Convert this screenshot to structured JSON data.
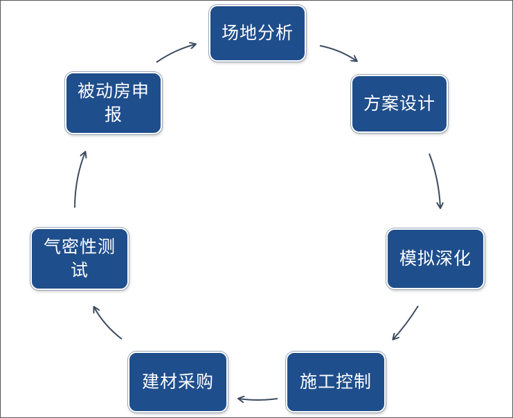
{
  "colors": {
    "node_fill": "#1f4e8c",
    "node_text": "#ffffff",
    "arrow": "#3b4a5e"
  },
  "nodes": [
    {
      "id": "site-analysis",
      "label": "场地分析"
    },
    {
      "id": "scheme-design",
      "label": "方案设计"
    },
    {
      "id": "model-deepening",
      "label": "模拟深化"
    },
    {
      "id": "construction-control",
      "label": "施工控制"
    },
    {
      "id": "material-procurement",
      "label": "建材采购"
    },
    {
      "id": "airtightness-test",
      "label": "气密性测试"
    },
    {
      "id": "passive-house-application",
      "label": "被动房申报"
    }
  ],
  "edges": [
    [
      "site-analysis",
      "scheme-design"
    ],
    [
      "scheme-design",
      "model-deepening"
    ],
    [
      "model-deepening",
      "construction-control"
    ],
    [
      "construction-control",
      "material-procurement"
    ],
    [
      "material-procurement",
      "airtightness-test"
    ],
    [
      "airtightness-test",
      "passive-house-application"
    ],
    [
      "passive-house-application",
      "site-analysis"
    ]
  ]
}
